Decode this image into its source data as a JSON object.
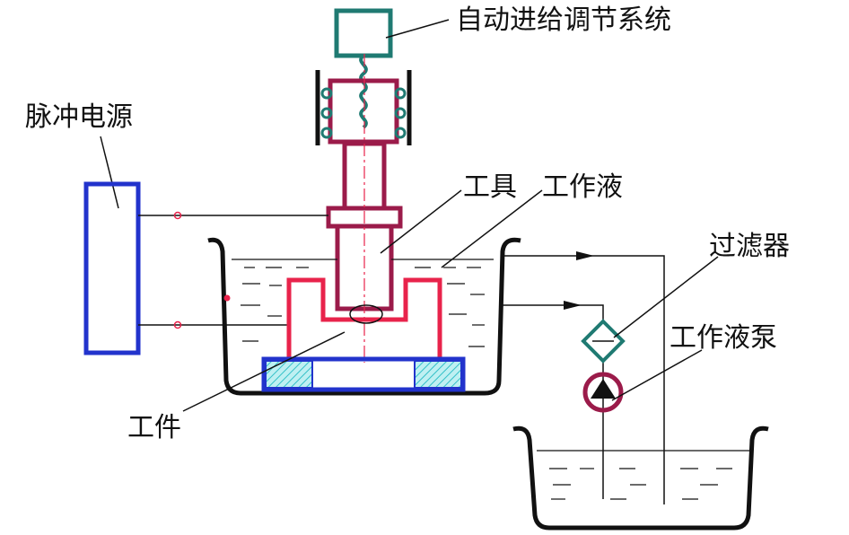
{
  "labels": {
    "auto_feed": "自动进给调节系统",
    "pulse_power": "脉冲电源",
    "tool": "工具",
    "working_fluid": "工作液",
    "filter": "过滤器",
    "fluid_pump": "工作液泵",
    "workpiece": "工件"
  },
  "colors": {
    "feed_box": "#1f7a72",
    "tool_holder": "#9b1b4a",
    "pulse_power": "#2233cc",
    "workpiece": "#e8234b",
    "table": "#2233cc",
    "hatch": "#33c0c8",
    "filter": "#1f7a72",
    "pump": "#9b1b4a",
    "line": "#111111"
  }
}
